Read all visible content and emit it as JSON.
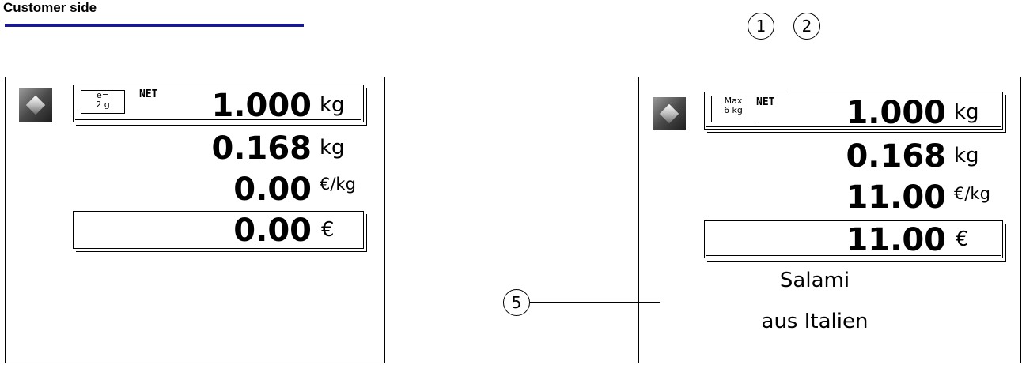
{
  "heading": "Customer side",
  "left_display": {
    "scale_info_line1": "e=",
    "scale_info_line2": "2 g",
    "net_label": "NET",
    "weight": "1.000",
    "weight_unit": "kg",
    "tare": "0.168",
    "tare_unit": "kg",
    "unit_price": "0.00",
    "unit_price_unit": "€/kg",
    "total": "0.00",
    "total_unit": "€"
  },
  "right_display": {
    "scale_info_line1": "Max",
    "scale_info_line2": "6 kg",
    "net_label": "NET",
    "weight": "1.000",
    "weight_unit": "kg",
    "tare": "0.168",
    "tare_unit": "kg",
    "unit_price": "11.00",
    "unit_price_unit": "€/kg",
    "total": "11.00",
    "total_unit": "€",
    "product_line1": "Salami",
    "product_line2": "aus Italien"
  },
  "callouts": [
    "1",
    "2",
    "5"
  ],
  "colors": {
    "heading_rule": "#1a1a8c"
  }
}
